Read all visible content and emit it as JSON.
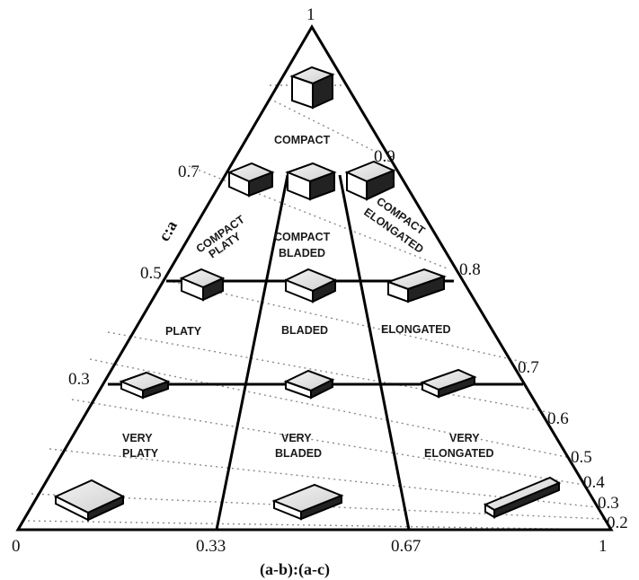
{
  "apex_label": "1",
  "bottom_ticks": [
    "0",
    "0.33",
    "0.67",
    "1"
  ],
  "left_ticks": [
    "0.7",
    "0.5",
    "0.3"
  ],
  "right_ticks": [
    "0.9",
    "0.8",
    "0.7",
    "0.6",
    "0.5",
    "0.4",
    "0.3",
    "0.2"
  ],
  "axis_left": "c:a",
  "axis_bottom": "(a-b):(a-c)",
  "regions": {
    "compact": "COMPACT",
    "compact_platy": [
      "COMPACT",
      "PLATY"
    ],
    "compact_bladed": [
      "COMPACT",
      "BLADED"
    ],
    "compact_elongated": [
      "COMPACT",
      "ELONGATED"
    ],
    "platy": "PLATY",
    "bladed": "BLADED",
    "elongated": "ELONGATED",
    "very_platy": [
      "VERY",
      "PLATY"
    ],
    "very_bladed": [
      "VERY",
      "BLADED"
    ],
    "very_elongated": [
      "VERY",
      "ELONGATED"
    ]
  }
}
